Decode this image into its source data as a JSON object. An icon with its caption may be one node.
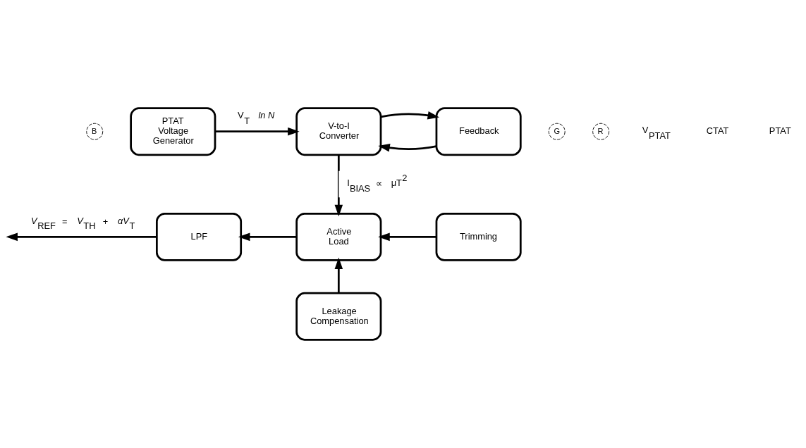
{
  "diagram": {
    "nodes": [
      {
        "text": [
          "B"
        ]
      },
      {
        "text": [
          "PTAT Voltage Generator"
        ]
      },
      {
        "text": [
          "V-to-I Converter"
        ]
      },
      {
        "text": [
          "G"
        ]
      },
      {
        "text": [
          "Feedback"
        ]
      },
      {
        "text": [
          "R"
        ]
      },
      {
        "text": [
          "LPF"
        ]
      },
      {
        "text": [
          "Active Load"
        ]
      },
      {
        "text": [
          "Trimming"
        ]
      },
      {
        "text": [
          "Leakage Compensation"
        ]
      }
    ],
    "edges": [
      {
        "from": 1,
        "to": 2,
        "arrow": "to",
        "label": "V$_{T}$ *ln N*"
      },
      {
        "from": 4,
        "to": 2,
        "arrow": "to"
      },
      {
        "from": 2,
        "to": 4,
        "arrow": "to"
      },
      {
        "from": 2,
        "to": 7,
        "arrow": "to",
        "label": "I$_{BIAS}$ ∝ μT$^{2}$"
      },
      {
        "from": 8,
        "to": 7,
        "arrow": "to"
      },
      {
        "from": 9,
        "to": 7,
        "arrow": "to"
      },
      {
        "from": 7,
        "to": 6,
        "arrow": "to"
      },
      {
        "from": 6,
        "to": null,
        "arrow": "to",
        "label": "*V*$_{REF}$ = *V*$_{TH}$ + *αV*$_{T}$"
      }
    ],
    "labels": [
      "V$_{PTAT}$",
      "CTAT",
      "PTAT"
    ]
  }
}
